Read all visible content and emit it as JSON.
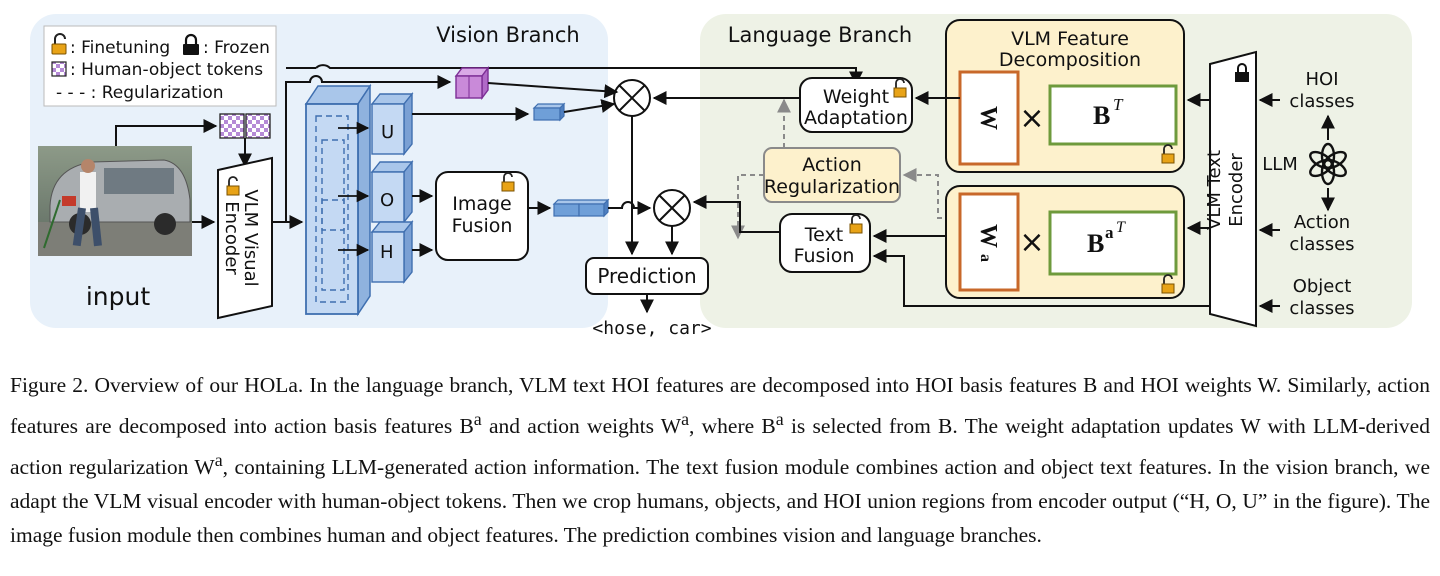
{
  "figure": {
    "legend": {
      "finetuning": ": Finetuning",
      "frozen": ": Frozen",
      "tokens": ": Human-object tokens",
      "regularization": "- - - : Regularization"
    },
    "vision_branch": "Vision Branch",
    "language_branch": "Language Branch",
    "input_label": "input",
    "encoder_line1": "VLM Visual",
    "encoder_line2": "Encoder",
    "crop_u": "U",
    "crop_o": "O",
    "crop_h": "H",
    "image_fusion_line1": "Image",
    "image_fusion_line2": "Fusion",
    "prediction": "Prediction",
    "output": "<hose, car>",
    "weight_adaptation_line1": "Weight",
    "weight_adaptation_line2": "Adaptation",
    "action_reg_line1": "Action",
    "action_reg_line2": "Regularization",
    "text_fusion_line1": "Text",
    "text_fusion_line2": "Fusion",
    "decomp_line1": "VLM Feature",
    "decomp_line2": "Decomposition",
    "w_label": "W",
    "b_label": "B",
    "t_sup": "T",
    "a_sup": "a",
    "times": "×",
    "text_encoder_line1": "VLM Text",
    "text_encoder_line2": "Encoder",
    "hoi_line1": "HOI",
    "hoi_line2": "classes",
    "llm": "LLM",
    "action_line1": "Action",
    "action_line2": "classes",
    "object_line1": "Object",
    "object_line2": "classes"
  },
  "caption": {
    "p1": "Figure 2.  Overview of our HOLa.  In the language branch, VLM text HOI features are decomposed into HOI basis features B and HOI weights W. Similarly, action features are decomposed into action basis features B",
    "p1_sup1": "a",
    "p1b": " and action weights W",
    "p1_sup2": "a",
    "p1c": ", where B",
    "p1_sup3": "a",
    "p1d": " is selected from B. The weight adaptation updates W with LLM-derived action regularization W",
    "p1_sup4": "a",
    "p1e": ", containing LLM-generated action information. The text fusion module combines action and object text features. In the vision branch, we adapt the VLM visual encoder with human-object tokens. Then we crop humans, objects, and HOI union regions from encoder output (“H, O, U” in the figure). The image fusion module then combines human and object features. The prediction combines vision and language branches."
  },
  "colors": {
    "vision_bg": "#e8f1fa",
    "language_bg": "#eef2e6",
    "decomp_fill": "#fdf1cc",
    "w_border": "#c8682a",
    "b_border": "#6e9a3c",
    "feature_blue": "#5b8fd0",
    "token_purple": "#9b4fb0",
    "lock_gold": "#e8a317",
    "reg_gray": "#8a8a8a"
  }
}
